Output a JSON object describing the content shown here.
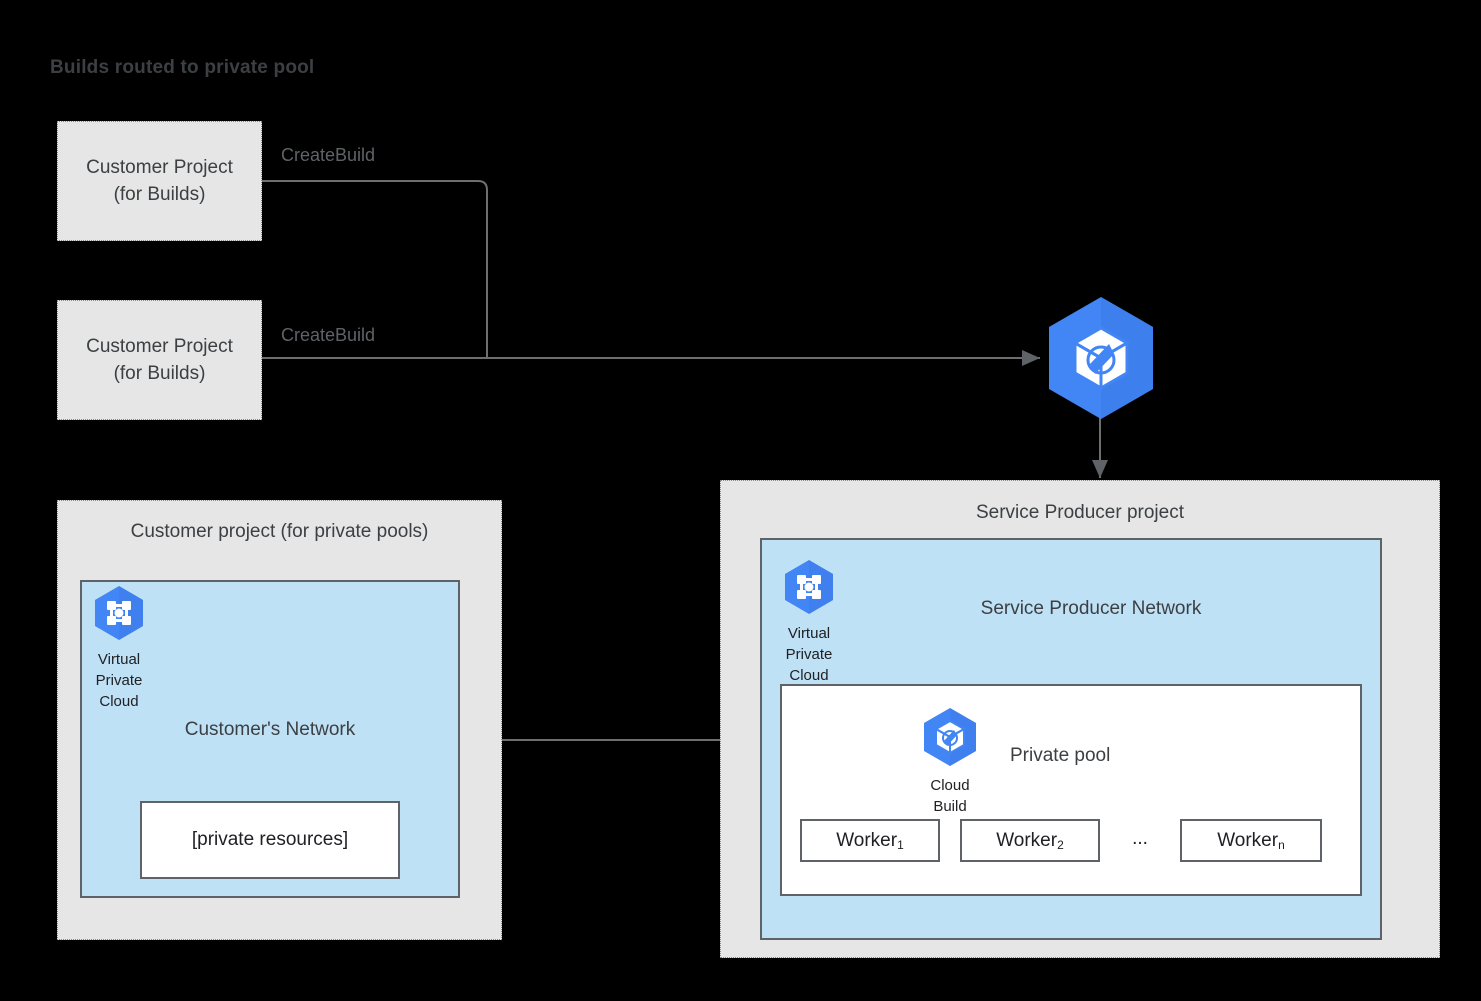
{
  "title": "Builds routed to private pool",
  "colors": {
    "background": "#000000",
    "panel_fill": "#e6e6e6",
    "network_fill": "#bfe1f6",
    "border_dark": "#5f6368",
    "text": "#3c4043",
    "gcp_blue": "#4285f4",
    "line": "#6e6e6e"
  },
  "customer_build_projects": [
    {
      "line1": "Customer Project",
      "line2": "(for Builds)",
      "edge_label": "CreateBuild"
    },
    {
      "line1": "Customer Project",
      "line2": "(for Builds)",
      "edge_label": "CreateBuild"
    }
  ],
  "cloud_build_service": {
    "icon": "cloud-build-icon"
  },
  "customer_private_pool_project": {
    "title": "Customer project (for private pools)",
    "vpc_icon_caption": [
      "Virtual",
      "Private",
      "Cloud"
    ],
    "network_name": "Customer's Network",
    "private_resources_label": "[private resources]"
  },
  "service_producer_project": {
    "title": "Service Producer project",
    "vpc_icon_caption": [
      "Virtual",
      "Private",
      "Cloud"
    ],
    "network_name": "Service Producer Network",
    "private_pool": {
      "name": "Private pool",
      "cloud_build_caption": [
        "Cloud",
        "Build"
      ],
      "workers": [
        {
          "label": "Worker",
          "subscript": "1"
        },
        {
          "label": "Worker",
          "subscript": "2"
        },
        {
          "label": "Worker",
          "subscript": "n"
        }
      ],
      "ellipsis": "..."
    }
  }
}
